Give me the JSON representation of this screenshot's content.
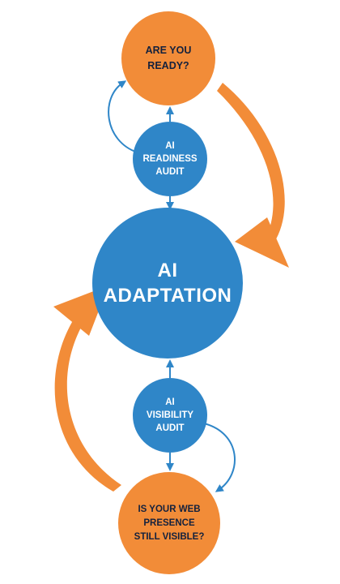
{
  "diagram": {
    "top_question": {
      "line1": "ARE YOU",
      "line2": "READY?"
    },
    "readiness_audit": {
      "line1": "AI",
      "line2": "READINESS",
      "line3": "AUDIT"
    },
    "center": {
      "line1": "AI",
      "line2": "ADAPTATION"
    },
    "visibility_audit": {
      "line1": "AI",
      "line2": "VISIBILITY",
      "line3": "AUDIT"
    },
    "bottom_question": {
      "line1": "IS YOUR WEB",
      "line2": "PRESENCE",
      "line3": "STILL VISIBLE?"
    }
  },
  "colors": {
    "orange": "#F28C38",
    "blue": "#2F86C8",
    "dark_text": "#14213d",
    "background": "#ffffff"
  }
}
